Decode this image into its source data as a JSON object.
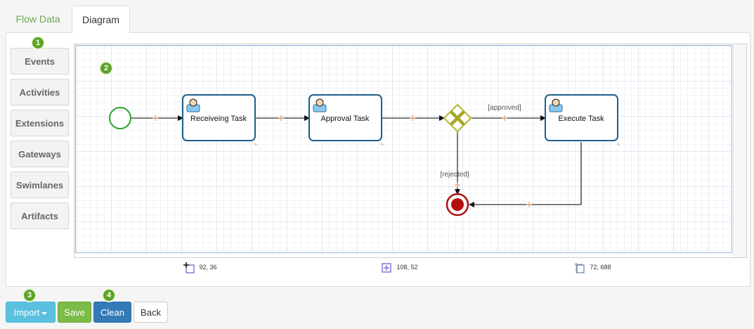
{
  "tabs": [
    {
      "label": "Flow Data",
      "active": false
    },
    {
      "label": "Diagram",
      "active": true
    }
  ],
  "palette": {
    "items": [
      "Events",
      "Activities",
      "Extensions",
      "Gateways",
      "Swimlanes",
      "Artifacts"
    ]
  },
  "badges": [
    "1",
    "2",
    "3",
    "4"
  ],
  "diagram": {
    "tasks": [
      "Receiveing Task",
      "Approval Task",
      "Execute Task"
    ],
    "flow_labels": {
      "approved": "[approved]",
      "rejected": "[rejected]"
    }
  },
  "statusbar": {
    "position": "92, 36",
    "size": "108, 52",
    "canvas": "72, 688"
  },
  "buttons": {
    "import": "Import",
    "save": "Save",
    "clean": "Clean",
    "back": "Back"
  },
  "colors": {
    "tab_flow_text": "#6aa84f",
    "start_event": "#2aa52a",
    "task_border": "#1f5f8b",
    "gateway": "#b5b52a",
    "end_event": "#b11010",
    "import": "#5bc0de",
    "save": "#7cbb47",
    "clean": "#337ab7",
    "badge": "#5ea326"
  },
  "icons": [
    "user-task-icon",
    "exclusive-gateway-icon",
    "position-icon",
    "size-icon",
    "canvas-size-icon",
    "caret-down-icon"
  ]
}
